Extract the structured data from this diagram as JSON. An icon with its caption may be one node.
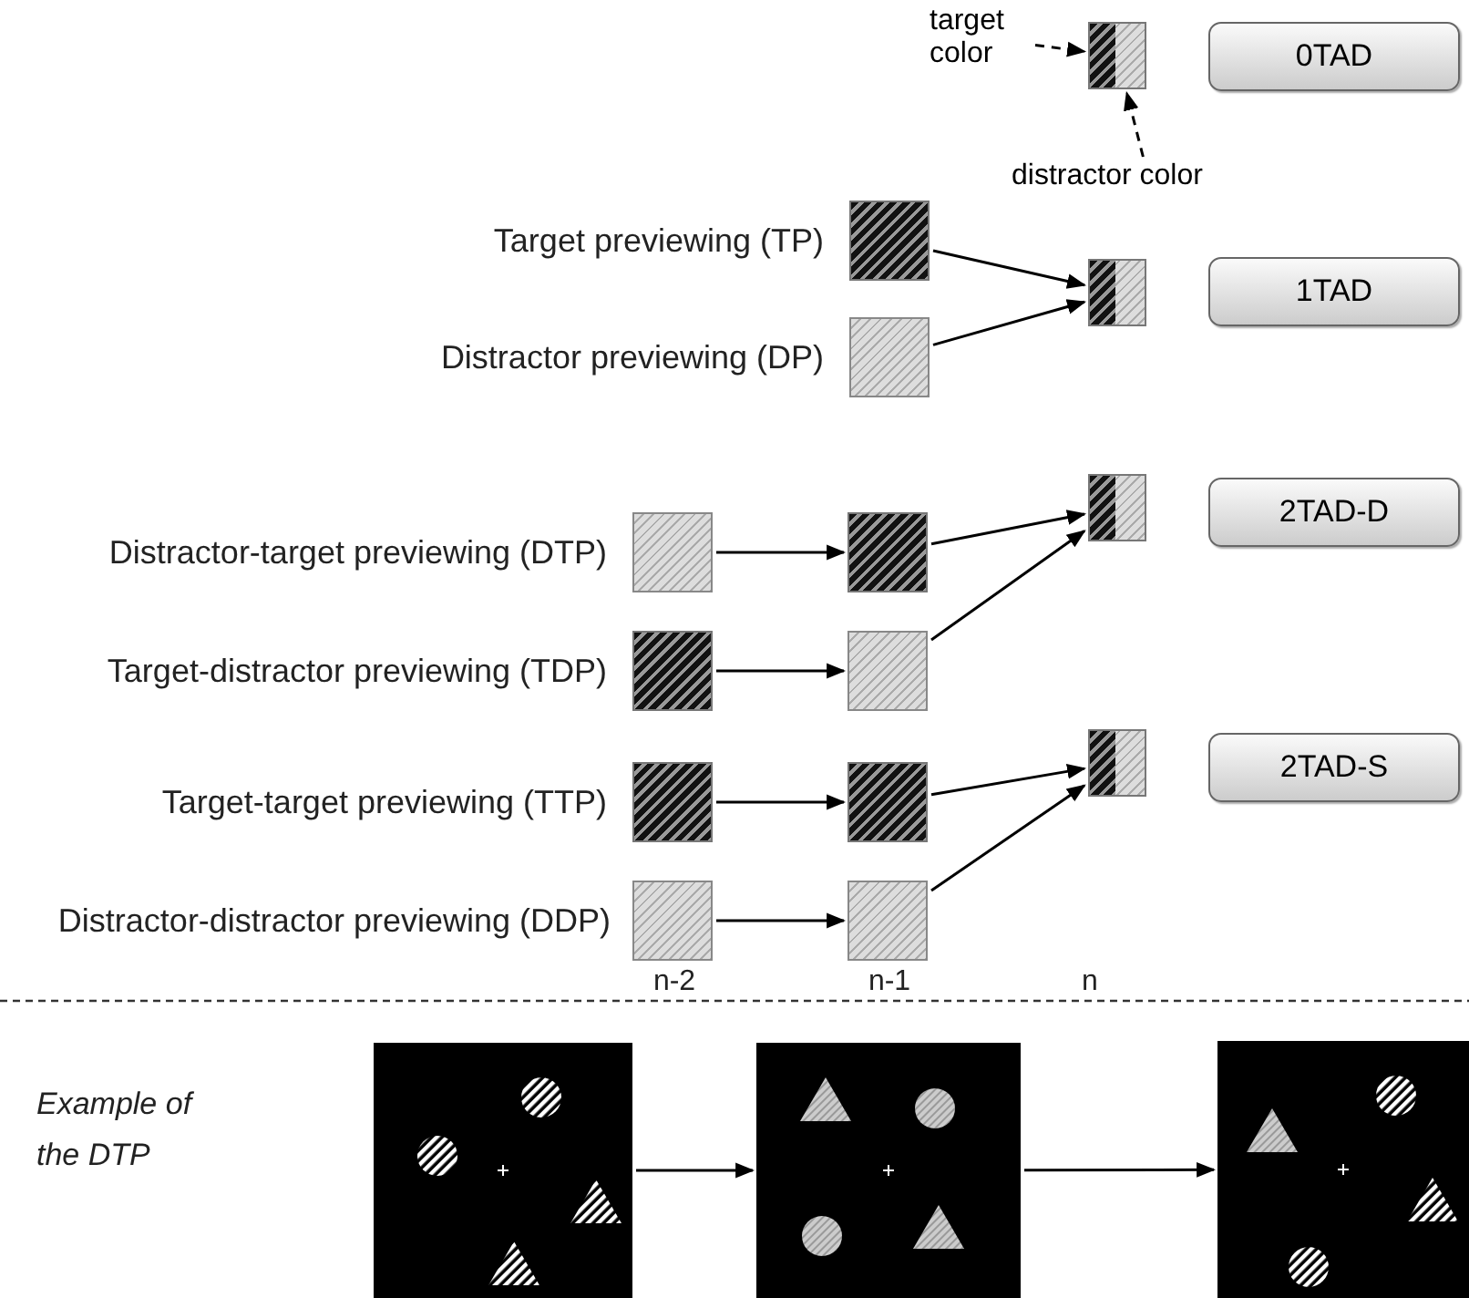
{
  "diagram": {
    "nodes": [
      {
        "text": [
          "target color"
        ]
      },
      {
        "text": [],
        "shape": "box"
      },
      {
        "text": [
          "distractor color"
        ]
      },
      {
        "text": [
          "0TAD"
        ]
      },
      {
        "text": [],
        "shape": "box",
        "beside": [
          "Target previewing (TP)"
        ]
      },
      {
        "text": [],
        "shape": "box",
        "beside": [
          "Distractor previewing (DP)"
        ]
      },
      {
        "text": [],
        "shape": "box"
      },
      {
        "text": [
          "1TAD"
        ]
      },
      {
        "text": [],
        "shape": "box",
        "beside": [
          "Distractor-target previewing (DTP)"
        ]
      },
      {
        "text": [],
        "shape": "box"
      },
      {
        "text": [],
        "shape": "box",
        "beside": [
          "Target-distractor previewing (TDP)"
        ]
      },
      {
        "text": [],
        "shape": "box"
      },
      {
        "text": [],
        "shape": "box"
      },
      {
        "text": [
          "2TAD-D"
        ]
      },
      {
        "text": [],
        "shape": "box",
        "beside": [
          "Target-target previewing (TTP)"
        ]
      },
      {
        "text": [],
        "shape": "box"
      },
      {
        "text": [],
        "shape": "box",
        "beside": [
          "Distractor-distractor previewing (DDP)"
        ]
      },
      {
        "text": [],
        "shape": "box"
      },
      {
        "text": [],
        "shape": "box"
      },
      {
        "text": [
          "2TAD-S"
        ]
      },
      {
        "text": [],
        "shape": "picture"
      },
      {
        "text": [],
        "shape": "picture"
      },
      {
        "text": [],
        "shape": "picture"
      }
    ],
    "edges": [
      {
        "from": 0,
        "to": 1,
        "arrow": "to",
        "style": "dashed"
      },
      {
        "from": 2,
        "to": 1,
        "arrow": "to",
        "style": "dashed"
      },
      {
        "from": 4,
        "to": 6,
        "arrow": "to"
      },
      {
        "from": 5,
        "to": 6,
        "arrow": "to"
      },
      {
        "from": 8,
        "to": 9,
        "arrow": "to"
      },
      {
        "from": 9,
        "to": 12,
        "arrow": "to"
      },
      {
        "from": 10,
        "to": 11,
        "arrow": "to"
      },
      {
        "from": 11,
        "to": 12,
        "arrow": "to"
      },
      {
        "from": 14,
        "to": 15,
        "arrow": "to"
      },
      {
        "from": 15,
        "to": 18,
        "arrow": "to"
      },
      {
        "from": 16,
        "to": 17,
        "arrow": "to"
      },
      {
        "from": 17,
        "to": 18,
        "arrow": "to"
      },
      {
        "from": 20,
        "to": 21,
        "arrow": "to"
      },
      {
        "from": 21,
        "to": 22,
        "arrow": "to"
      }
    ],
    "labels": [
      "n-2",
      "n-1",
      "n",
      "Example of the DTP"
    ]
  }
}
